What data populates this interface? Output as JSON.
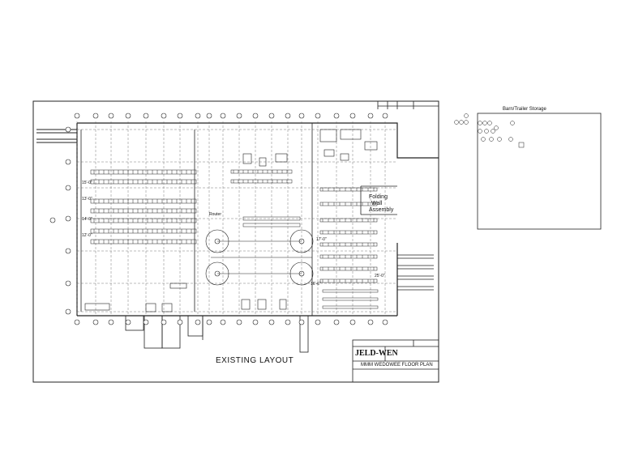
{
  "plan": {
    "caption": "EXISTING LAYOUT",
    "annotations": {
      "folding": "Folding",
      "wall": "Wall",
      "assembly": "Assembly",
      "router": "Router",
      "dim_a": "25'-0\"",
      "dim_b": "16'-6\"",
      "dim_c": "17'-0\"",
      "dim_d": "15'-0\"",
      "dim_e": "13'-0\"",
      "dim_f": "14'-0\"",
      "dim_g": "12'-0\""
    }
  },
  "barn": {
    "title": "Barn/Trailer Storage"
  },
  "title_block": {
    "company": "JELD-WEN",
    "drawing_title": "MMM WEDOWEE FLOOR PLAN"
  },
  "colors": {
    "line": "#222222",
    "paper": "#ffffff"
  }
}
